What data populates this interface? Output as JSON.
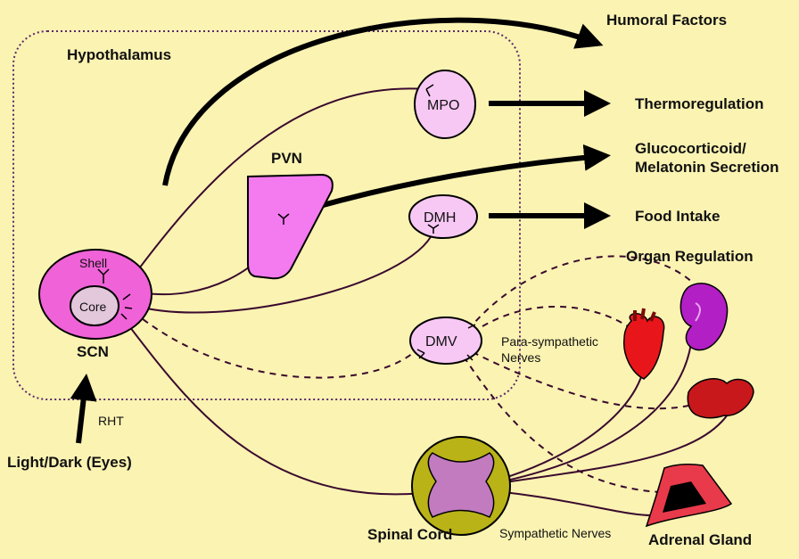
{
  "labels": {
    "hypothalamus": "Hypothalamus",
    "humoral": "Humoral Factors",
    "thermoregulation": "Thermoregulation",
    "gluco_line1": "Glucocorticoid/",
    "gluco_line2": "Melatonin Secretion",
    "food_intake": "Food Intake",
    "organ_regulation": "Organ Regulation",
    "pvn": "PVN",
    "mpo": "MPO",
    "dmh": "DMH",
    "dmv": "DMV",
    "shell": "Shell",
    "core": "Core",
    "scn": "SCN",
    "rht": "RHT",
    "light_dark": "Light/Dark (Eyes)",
    "parasym_line1": "Para-sympathetic",
    "parasym_line2": "Nerves",
    "spinal_cord": "Spinal Cord",
    "sympathetic": "Sympathetic Nerves",
    "adrenal": "Adrenal Gland"
  },
  "colors": {
    "background": "#fbf3b2",
    "scn_fill": "#f062d8",
    "core_fill": "#e3c8dc",
    "nucleus_fill": "#f8c8f4",
    "pvn_fill": "#f47af0",
    "spinal_fill": "#b9b317",
    "heart": "#e8161a",
    "kidney": "#b21fc4",
    "liver": "#c8181c",
    "adrenal": "#e83a4a"
  },
  "icons": [
    "heart-icon",
    "kidney-icon",
    "liver-icon",
    "adrenal-gland-icon",
    "spinal-cord-icon"
  ]
}
